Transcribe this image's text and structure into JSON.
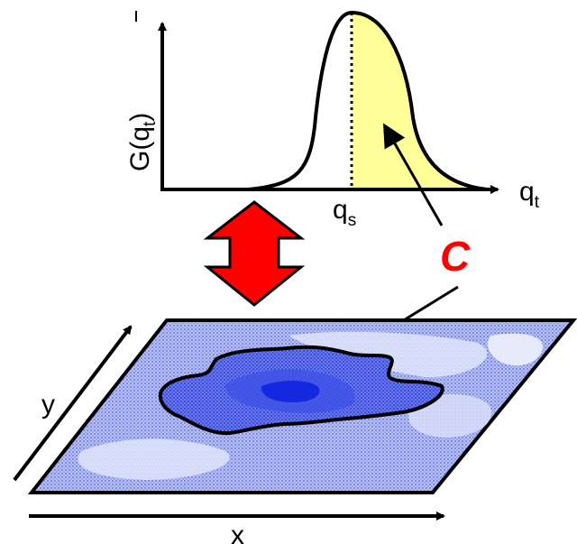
{
  "labels": {
    "y_axis_main": "G(q",
    "y_axis_sub": "t",
    "y_axis_close": ")",
    "x_axis_main": "q",
    "x_axis_sub": "t",
    "threshold_main": "q",
    "threshold_sub": "s",
    "region": "C",
    "map_x": "x",
    "map_y": "y"
  },
  "colors": {
    "curve_fill": "#ffff99",
    "double_arrow": "#ff0000",
    "region_label": "#ff0000",
    "map_base": "#a9b4f0",
    "map_light": "#d8def8",
    "contour_fill": "#4d5fe8",
    "core": "#1428e0"
  },
  "icons": {
    "connector": "double-headed-arrow"
  }
}
